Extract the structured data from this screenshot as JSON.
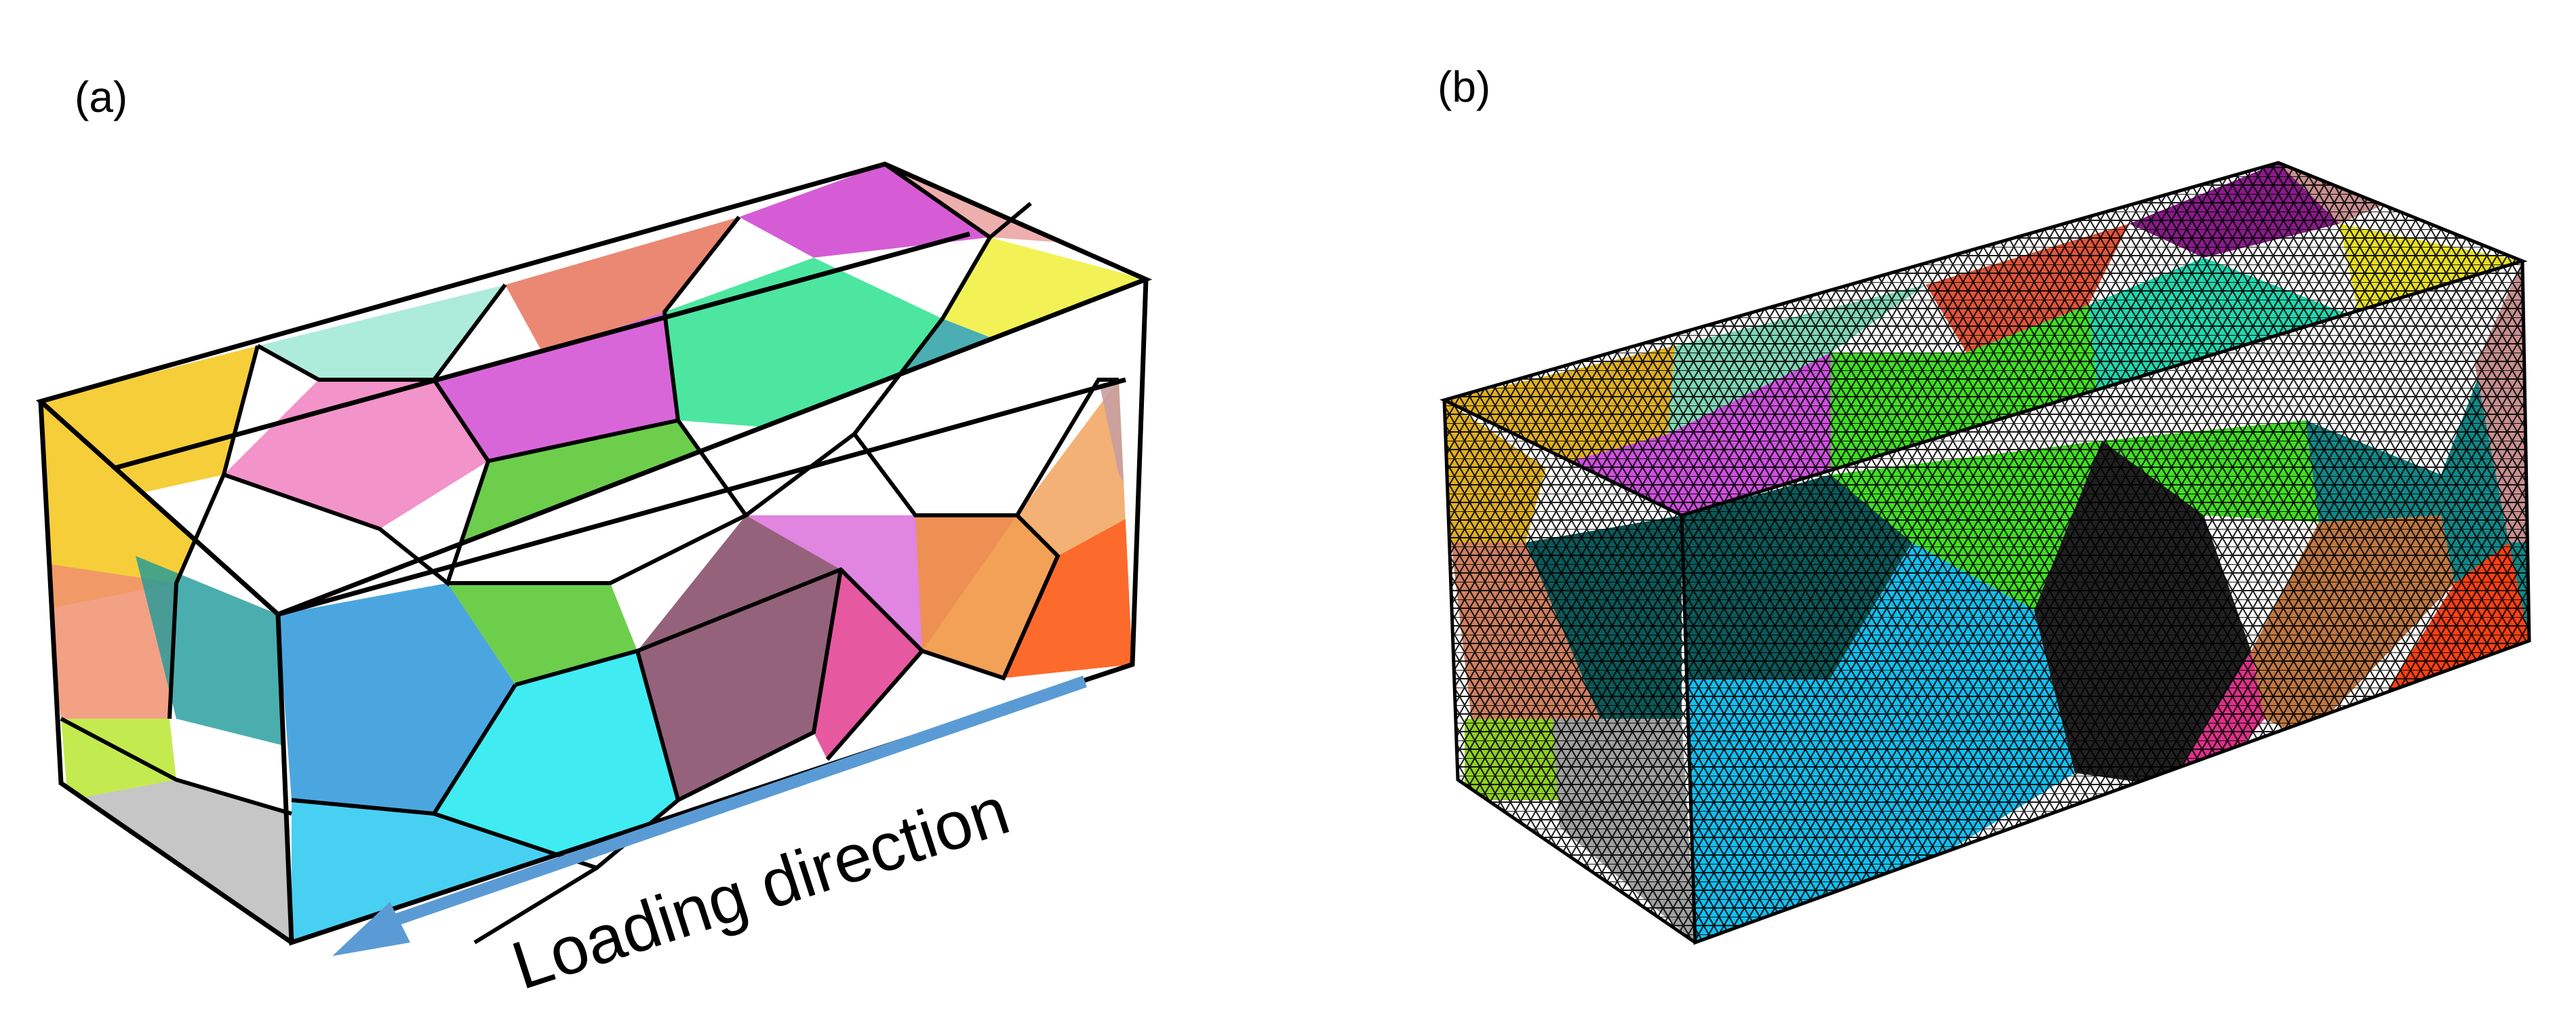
{
  "panels": [
    {
      "label": "(a)",
      "annotation": "Loading direction",
      "arrow_color": "#5b9bd5"
    },
    {
      "label": "(b)"
    }
  ],
  "grain_colors": [
    "#f5c518",
    "#9fe9d4",
    "#cc33cc",
    "#e8735a",
    "#f0f03a",
    "#f080c0",
    "#49c21f",
    "#1fe08a",
    "#1e90d8",
    "#20e8f0",
    "#7a3b5a",
    "#f0903a",
    "#ff5a1a",
    "#c8a0a0",
    "#b8e830",
    "#a0a0a0",
    "#1e9a9a",
    "#222222",
    "#e0308a",
    "#f09070"
  ]
}
